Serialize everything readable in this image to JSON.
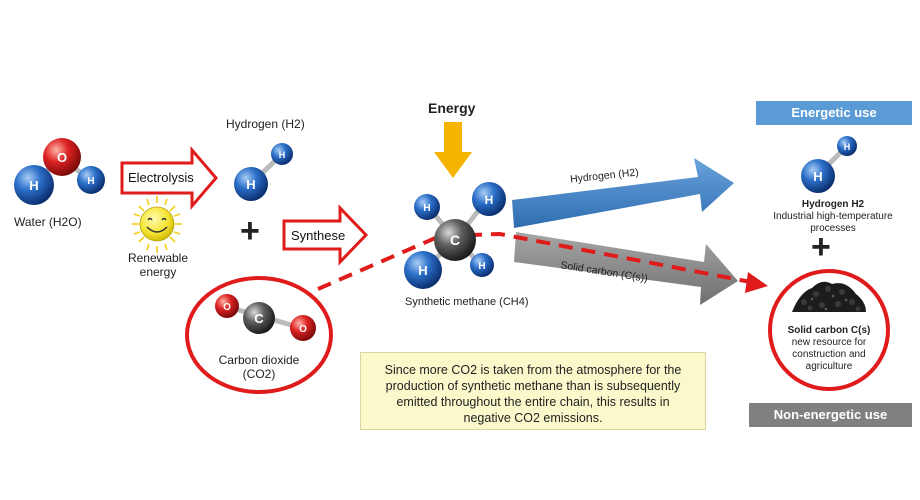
{
  "molecules": {
    "water": {
      "atoms": [
        "H",
        "O",
        "H"
      ],
      "label": "Water (H2O)"
    },
    "hydrogen_left": {
      "atoms": [
        "H",
        "H"
      ],
      "label": "Hydrogen (H2)"
    },
    "methane": {
      "atoms": [
        "H",
        "H",
        "C",
        "H",
        "H"
      ],
      "label": "Synthetic methane (CH4)"
    },
    "co2": {
      "atoms": [
        "O",
        "C",
        "O"
      ],
      "label_line1": "Carbon dioxide",
      "label_line2": "(CO2)"
    },
    "hydrogen_right": {
      "atoms": [
        "H",
        "H"
      ]
    }
  },
  "steps": {
    "electrolysis": "Electrolysis",
    "synthese": "Synthese",
    "renewable_line1": "Renewable",
    "renewable_line2": "energy",
    "energy": "Energy",
    "plus": "+"
  },
  "outputs": {
    "arrow_hydrogen": "Hydrogen (H2)",
    "arrow_solid_carbon": "Solid carbon (C(s))",
    "energetic_use": "Energetic use",
    "non_energetic_use": "Non-energetic use",
    "hydrogen_title": "Hydrogen H2",
    "hydrogen_desc_line1": "Industrial high-temperature",
    "hydrogen_desc_line2": "processes",
    "carbon_title": "Solid carbon C(s)",
    "carbon_desc_line1": "new resource for",
    "carbon_desc_line2": "construction and",
    "carbon_desc_line3": "agriculture"
  },
  "note": {
    "line1": "Since more CO2 is taken from the atmosphere for the",
    "line2": "production of synthetic methane than is subsequently",
    "line3": "emitted throughout the entire chain, this results in",
    "line4": "negative CO2 emissions."
  },
  "colors": {
    "hydrogen_atom": "#1f5fb8",
    "oxygen_atom": "#d11f1f",
    "carbon_atom": "#555555",
    "red_accent": "#e01b1b",
    "energy_arrow": "#f5b400",
    "blue_arrow": "#3f7fc4",
    "gray_arrow": "#8c8c8c",
    "energetic_box": "#5b9bd5",
    "non_energetic_box": "#808080",
    "note_bg": "#fbf9cc"
  }
}
